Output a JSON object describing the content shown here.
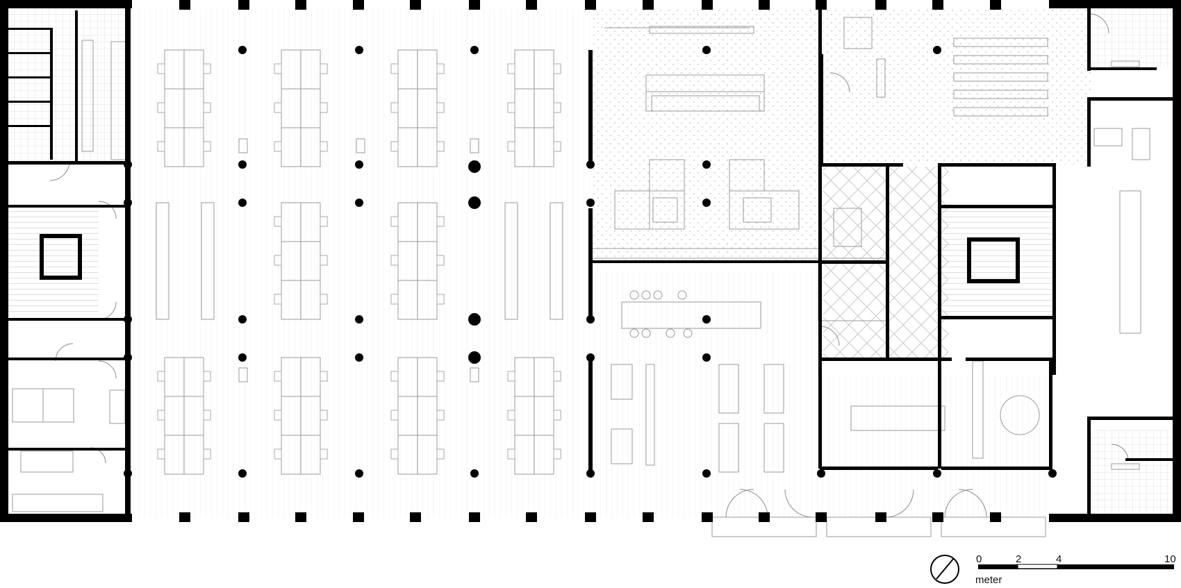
{
  "scale_bar": {
    "ticks": [
      "0",
      "2",
      "4",
      "10"
    ],
    "unit": "meter"
  },
  "north_arrow": {
    "icon": "north-arrow-icon"
  },
  "colors": {
    "wall": "#000000",
    "furniture": "#9a9a9a",
    "floor_hatch": "#e4e4e4",
    "background": "#ffffff"
  }
}
